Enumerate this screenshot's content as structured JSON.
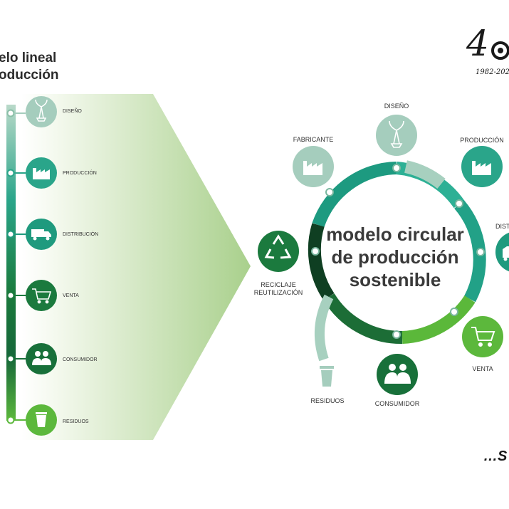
{
  "linear": {
    "title_line1": "elo lineal",
    "title_line2": "oducción",
    "stages": [
      {
        "label": "DISEÑO",
        "icon": "lamp-icon",
        "color": "#a5cdbd"
      },
      {
        "label": "PRODUCCIÓN",
        "icon": "factory-icon",
        "color": "#2aa58a"
      },
      {
        "label": "DISTRIBUCIÓN",
        "icon": "truck-icon",
        "color": "#1f9a7e"
      },
      {
        "label": "VENTA",
        "icon": "cart-icon",
        "color": "#1b7a3e"
      },
      {
        "label": "CONSUMIDOR",
        "icon": "people-icon",
        "color": "#18703a"
      },
      {
        "label": "RESIDUOS",
        "icon": "trash-icon",
        "color": "#5cb83c"
      }
    ]
  },
  "circular": {
    "center_line1": "modelo circular",
    "center_line2": "de producción",
    "center_line3": "sostenible",
    "nodes": {
      "diseno": "DISEÑO",
      "fabricante": "FABRICANTE",
      "produccion": "PRODUCCIÓN",
      "distribucion": "DIST",
      "reciclaje_line1": "RECICLAJE",
      "reciclaje_line2": "REUTILIZACIÓN",
      "venta": "VENTA",
      "consumidor": "CONSUMIDOR",
      "residuos": "RESIDUOS"
    }
  },
  "logo": {
    "number": "4",
    "years": "1982-202"
  },
  "footer": {
    "text": "…S"
  }
}
